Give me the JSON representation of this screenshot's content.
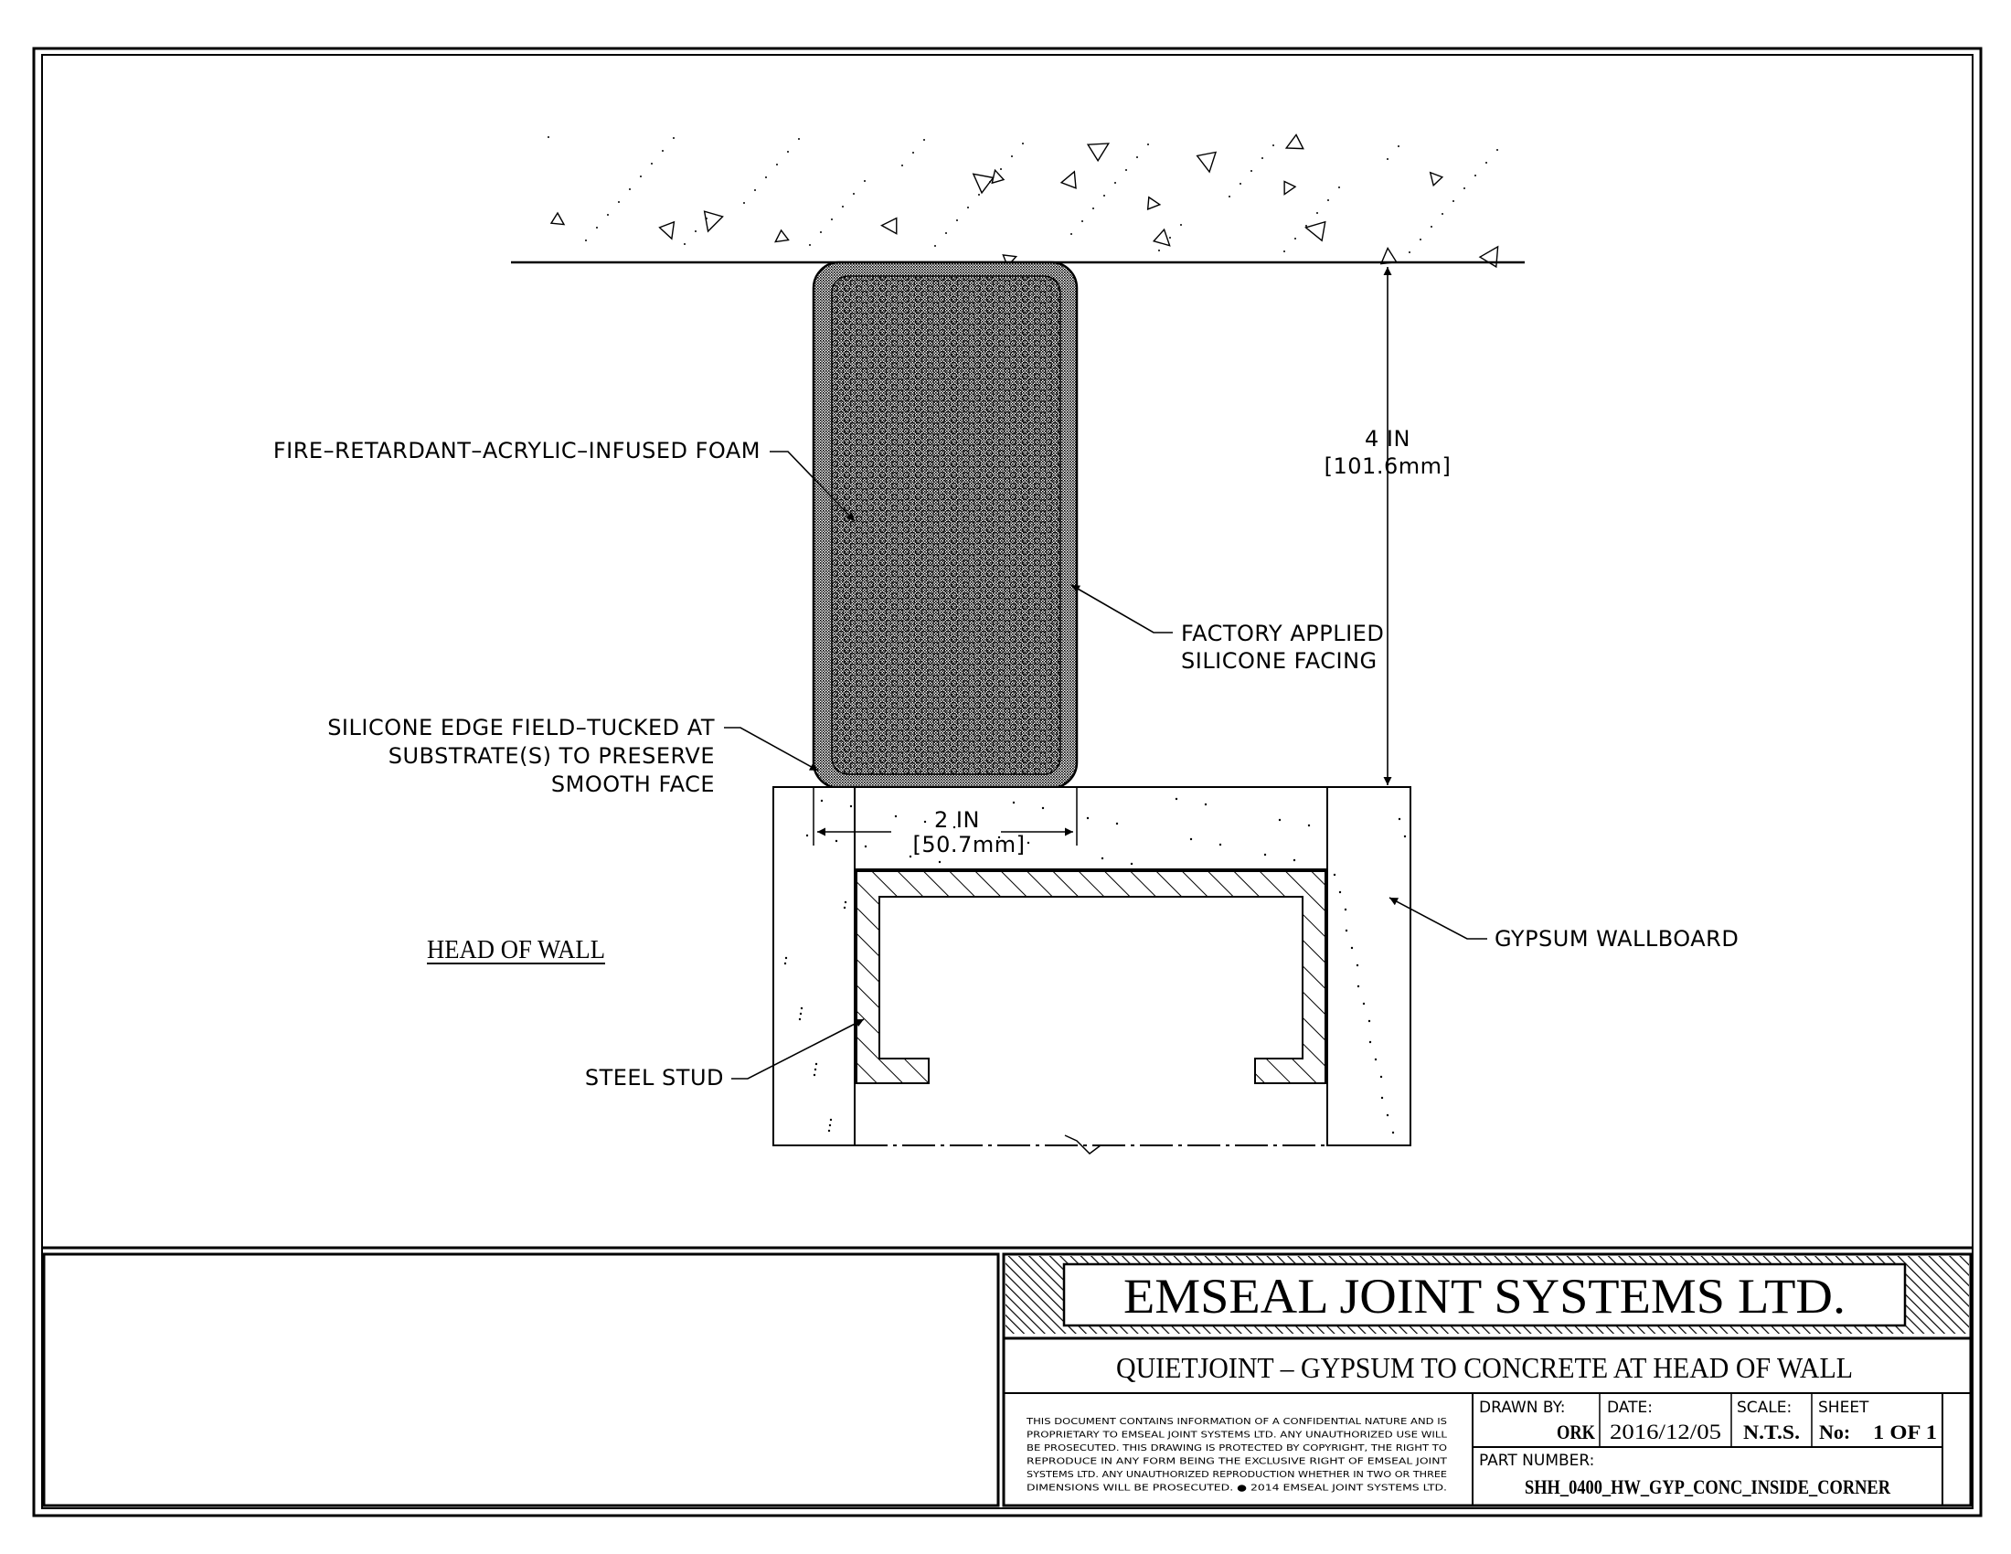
{
  "labels": {
    "foam": "FIRE–RETARDANT–ACRYLIC–INFUSED FOAM",
    "facing_line1": "FACTORY APPLIED",
    "facing_line2": "SILICONE FACING",
    "edge_line1": "SILICONE EDGE FIELD–TUCKED AT",
    "edge_line2": "SUBSTRATE(S) TO PRESERVE",
    "edge_line3": "SMOOTH FACE",
    "gypsum": "GYPSUM WALLBOARD",
    "stud": "STEEL STUD",
    "view_title": "HEAD OF WALL"
  },
  "dimensions": {
    "height_in": "4 IN",
    "height_mm": "[101.6mm]",
    "width_in": "2 IN",
    "width_mm": "[50.7mm]"
  },
  "title_block": {
    "company": "EMSEAL JOINT SYSTEMS LTD.",
    "drawing_title": "QUIETJOINT – GYPSUM TO CONCRETE AT HEAD OF WALL",
    "disclaimer": [
      "THIS DOCUMENT CONTAINS INFORMATION OF A CONFIDENTIAL NATURE AND IS",
      "PROPRIETARY TO EMSEAL JOINT SYSTEMS LTD. ANY UNAUTHORIZED USE WILL",
      "BE PROSECUTED. THIS DRAWING IS PROTECTED BY COPYRIGHT, THE RIGHT TO",
      "REPRODUCE IN ANY FORM BEING THE EXCLUSIVE RIGHT OF EMSEAL JOINT",
      "SYSTEMS LTD. ANY UNAUTHORIZED REPRODUCTION WHETHER IN TWO OR THREE",
      "DIMENSIONS WILL BE PROSECUTED. ● 2014 EMSEAL JOINT SYSTEMS LTD."
    ],
    "drawn_by_label": "DRAWN BY:",
    "drawn_by": "ORK",
    "date_label": "DATE:",
    "date": "2016/12/05",
    "scale_label": "SCALE:",
    "scale": "N.T.S.",
    "sheet_label": "SHEET",
    "sheet_no_label": "No:",
    "sheet": "1 OF 1",
    "part_number_label": "PART NUMBER:",
    "part_number": "SHH_0400_HW_GYP_CONC_INSIDE_CORNER"
  }
}
